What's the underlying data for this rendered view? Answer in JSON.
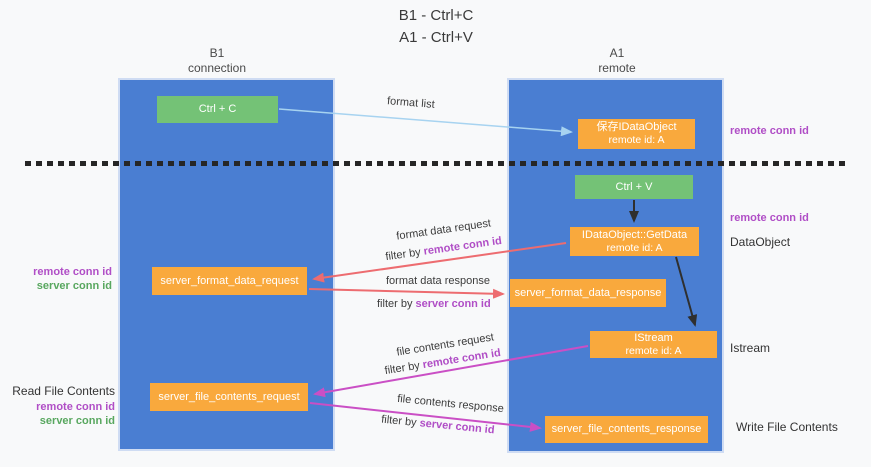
{
  "title": {
    "line1": "B1 - Ctrl+C",
    "line2": "A1 - Ctrl+V"
  },
  "lanes": {
    "left": {
      "name": "B1",
      "role": "connection"
    },
    "right": {
      "name": "A1",
      "role": "remote"
    }
  },
  "boxes": {
    "ctrl_c": "Ctrl + C",
    "save_obj": {
      "line1": "保存IDataObject",
      "line2": "remote id: A"
    },
    "ctrl_v": "Ctrl + V",
    "getdata": {
      "line1": "IDataObject::GetData",
      "line2": "remote id: A"
    },
    "fmt_req": "server_format_data_request",
    "fmt_resp": "server_format_data_response",
    "istream": {
      "line1": "IStream",
      "line2": "remote id: A"
    },
    "file_req": "server_file_contents_request",
    "file_resp": "server_file_contents_response"
  },
  "arrow_labels": {
    "format_list": "format list",
    "format_data_request": {
      "text": "format data request",
      "filter_prefix": "filter by ",
      "filter_key": "remote conn id"
    },
    "format_data_response": {
      "text": "format data response",
      "filter_prefix": "filter by ",
      "filter_key": "server conn id"
    },
    "file_contents_request": {
      "text": "file contents request",
      "filter_prefix": "filter by ",
      "filter_key": "remote conn id"
    },
    "file_contents_response": {
      "text": "file contents response",
      "filter_prefix": "filter by ",
      "filter_key": "server conn id"
    }
  },
  "side_labels": {
    "right_top_remote": "remote conn id",
    "right_mid_remote": "remote conn id",
    "dataobject": "DataObject",
    "istream": "Istream",
    "write_title": "Write File Contents",
    "left_format": {
      "remote": "remote conn id",
      "server": "server conn id"
    },
    "left_file": {
      "title": "Read File Contents",
      "remote": "remote conn id",
      "server": "server conn id"
    }
  },
  "colors": {
    "lane_blue": "#4a7ed2",
    "box_green": "#74c276",
    "box_orange": "#f9a93d",
    "accent_purple": "#b04ec6",
    "accent_green": "#58a75f",
    "arrow_blue": "#a7d3f0",
    "arrow_red": "#ed6c70",
    "arrow_magenta": "#ca4fc5",
    "arrow_black": "#2f2f2f"
  }
}
